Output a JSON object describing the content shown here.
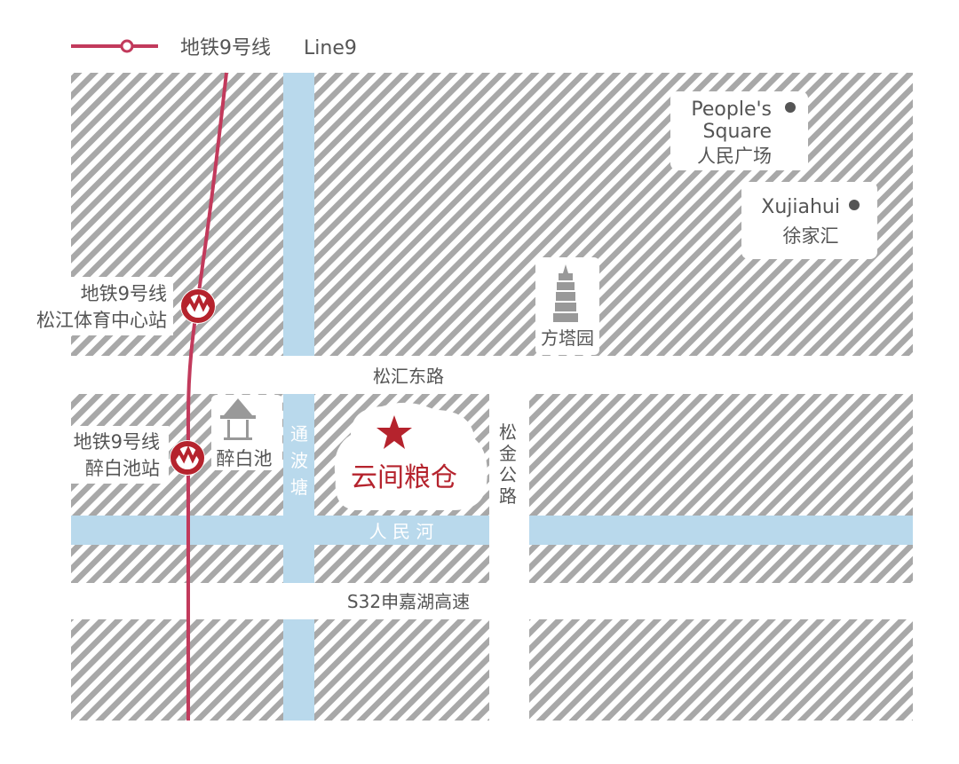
{
  "legend": {
    "label_cn": "地铁9号线",
    "label_en": "Line9"
  },
  "colors": {
    "metro": "#c23a5c",
    "river": "#b9d9ec",
    "hatch": "#a8a8a8",
    "brand": "#b5232d",
    "text": "#555555"
  },
  "roads": {
    "songhui": "松汇东路",
    "s32": "S32申嘉湖高速",
    "songjin": [
      "松",
      "金",
      "公",
      "路"
    ]
  },
  "rivers": {
    "renmin": "人 民 河",
    "tongbotang": [
      "通",
      "波",
      "塘"
    ]
  },
  "stations": [
    {
      "line": "地铁9号线",
      "name": "松江体育中心站",
      "icon": "shanghai-metro-icon"
    },
    {
      "line": "地铁9号线",
      "name": "醉白池站",
      "icon": "shanghai-metro-icon"
    }
  ],
  "landmarks": {
    "destination": {
      "name": "云间粮仓",
      "icon": "star-icon"
    },
    "zuibaichi": {
      "name": "醉白池",
      "icon": "pavilion-icon"
    },
    "fangtayuan": {
      "name": "方塔园",
      "icon": "pagoda-icon"
    },
    "peoples_square": {
      "en1": "People's",
      "en2": "Square",
      "cn": "人民广场"
    },
    "xujiahui": {
      "en": "Xujiahui",
      "cn": "徐家汇"
    }
  }
}
